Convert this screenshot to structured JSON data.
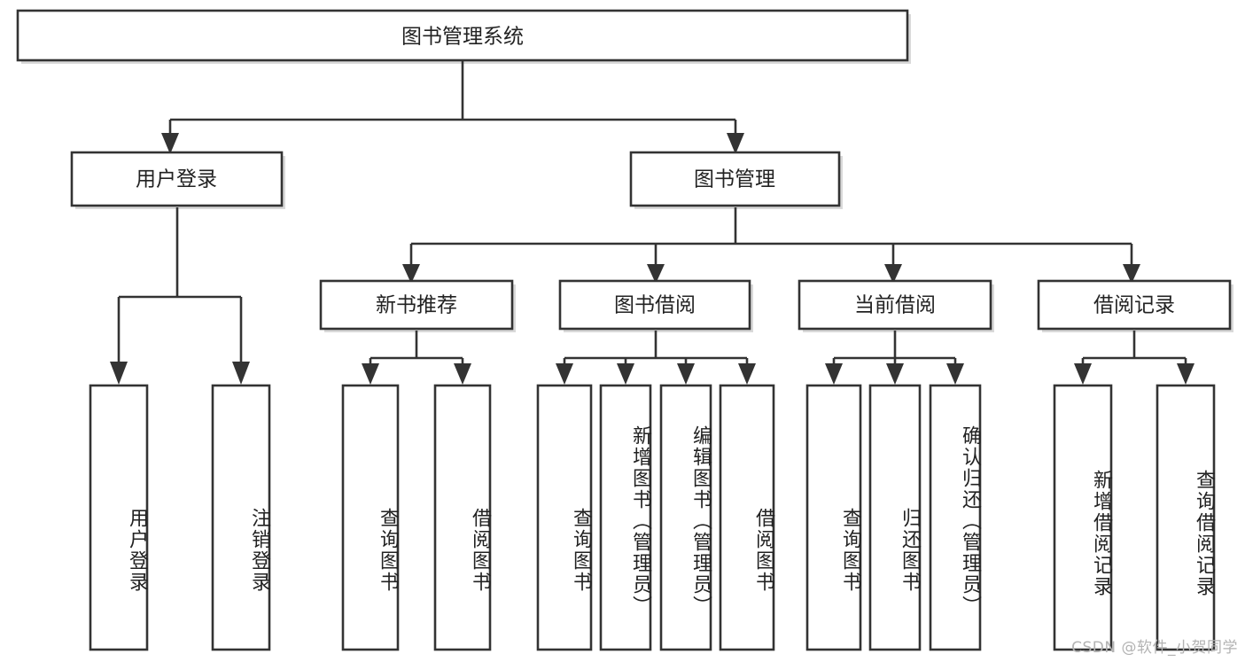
{
  "diagram": {
    "type": "tree-hierarchy",
    "title": "图书管理系统",
    "orientation": "top-down",
    "root": {
      "id": "root",
      "label": "图书管理系统",
      "level": 0
    },
    "level1": [
      {
        "id": "user-login",
        "label": "用户登录"
      },
      {
        "id": "book-management",
        "label": "图书管理"
      }
    ],
    "level2": [
      {
        "id": "new-book-recommend",
        "label": "新书推荐",
        "parent": "book-management"
      },
      {
        "id": "book-borrow",
        "label": "图书借阅",
        "parent": "book-management"
      },
      {
        "id": "current-borrow",
        "label": "当前借阅",
        "parent": "book-management"
      },
      {
        "id": "borrow-record",
        "label": "借阅记录",
        "parent": "book-management"
      }
    ],
    "leaves": [
      {
        "id": "leaf-user-login",
        "label": "用户登录",
        "parent": "user-login"
      },
      {
        "id": "leaf-logout-login",
        "label": "注销登录",
        "parent": "user-login"
      },
      {
        "id": "leaf-query-book-1",
        "label": "查询图书",
        "parent": "new-book-recommend"
      },
      {
        "id": "leaf-borrow-book-1",
        "label": "借阅图书",
        "parent": "new-book-recommend"
      },
      {
        "id": "leaf-query-book-2",
        "label": "查询图书",
        "parent": "book-borrow"
      },
      {
        "id": "leaf-add-book",
        "label": "新增图书（管理员）",
        "parent": "book-borrow"
      },
      {
        "id": "leaf-edit-book",
        "label": "编辑图书（管理员）",
        "parent": "book-borrow"
      },
      {
        "id": "leaf-borrow-book-2",
        "label": "借阅图书",
        "parent": "book-borrow"
      },
      {
        "id": "leaf-query-book-3",
        "label": "查询图书",
        "parent": "current-borrow"
      },
      {
        "id": "leaf-return-book",
        "label": "归还图书",
        "parent": "current-borrow"
      },
      {
        "id": "leaf-confirm-return",
        "label": "确认归还（管理员）",
        "parent": "current-borrow"
      },
      {
        "id": "leaf-add-record",
        "label": "新增借阅记录",
        "parent": "borrow-record"
      },
      {
        "id": "leaf-query-record",
        "label": "查询借阅记录",
        "parent": "borrow-record"
      }
    ],
    "colors": {
      "box_fill": "#ffffff",
      "box_stroke": "#333333",
      "text": "#222222",
      "background": "#ffffff",
      "watermark": "#b3b3b3"
    }
  },
  "watermark": {
    "text": "CSDN @软件_小贺同学"
  }
}
